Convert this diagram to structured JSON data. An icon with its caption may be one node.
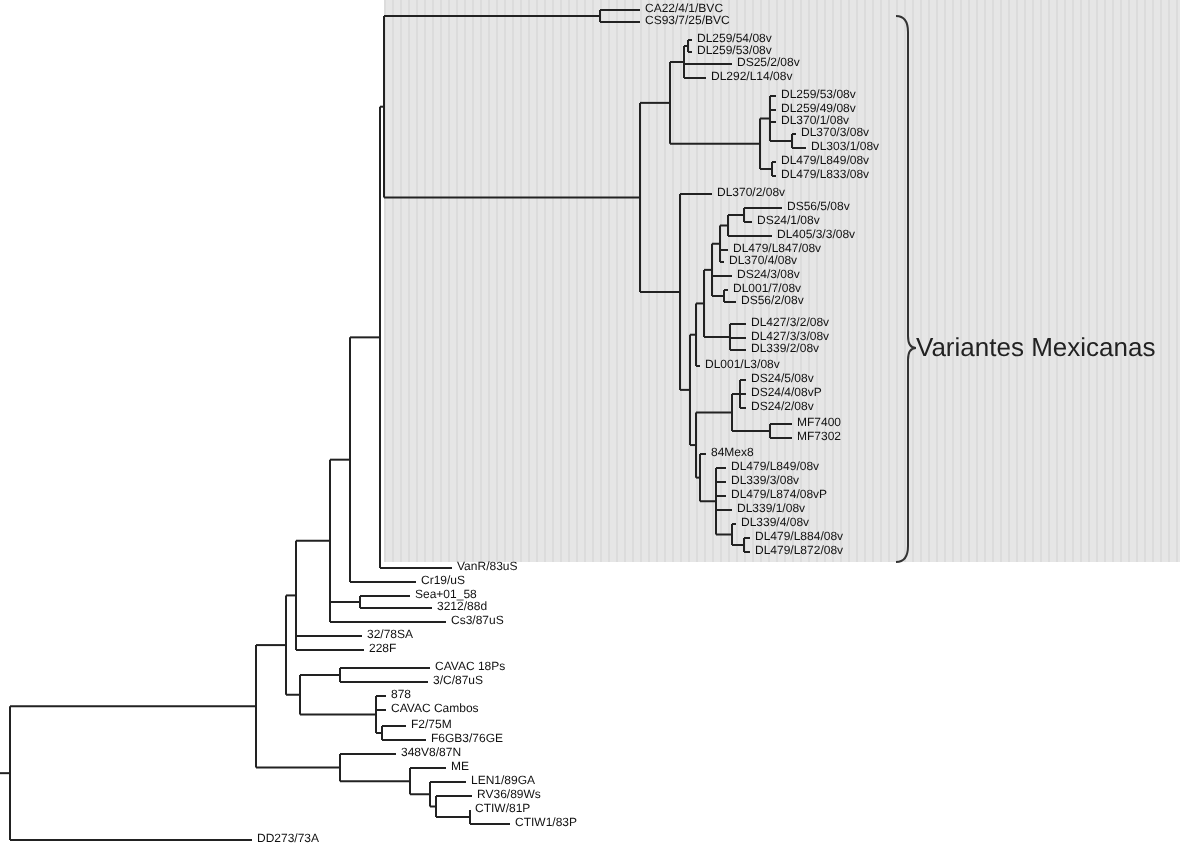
{
  "diagram": {
    "labels": [
      "CA22/4/1/BVC",
      "CS93/7/25/BVC",
      "DL259/54/08v",
      "DL259/53/08v",
      "DS25/2/08v",
      "DL292/L14/08v",
      "DL259/53/08v",
      "DL259/49/08v",
      "DL370/1/08v",
      "DL370/3/08v",
      "DL303/1/08v",
      "DL479/L849/08v",
      "DL479/L833/08v",
      "DL370/2/08v",
      "DS56/5/08v",
      "DS24/1/08v",
      "DL405/3/3/08v",
      "DL479/L847/08v",
      "DL370/4/08v",
      "DS24/3/08v",
      "DL001/7/08v",
      "DS56/2/08v",
      "DL427/3/2/08v",
      "DL427/3/3/08v",
      "DL339/2/08v",
      "DL001/L3/08v",
      "DS24/5/08v",
      "DS24/4/08vP",
      "DS24/2/08v",
      "MF7400",
      "MF7302",
      "84Mex8",
      "DL479/L849/08v",
      "DL339/3/08v",
      "DL479/L874/08vP",
      "DL339/1/08v",
      "DL339/4/08v",
      "DL479/L884/08v",
      "DL479/L872/08v",
      "Variantes Mexicanas",
      "VanR/83uS",
      "Cr19/uS",
      "Sea+01_58",
      "3212/88d",
      "Cs3/87uS",
      "32/78SA",
      "228F",
      "CAVAC 18Ps",
      "3/C/87uS",
      "878",
      "CAVAC Cambos",
      "F2/75M",
      "F6GB3/76GE",
      "348V8/87N",
      "ME",
      "LEN1/89GA",
      "RV36/89Ws",
      "CTIW/81P",
      "CTIW1/83P",
      "DD273/73A"
    ]
  }
}
